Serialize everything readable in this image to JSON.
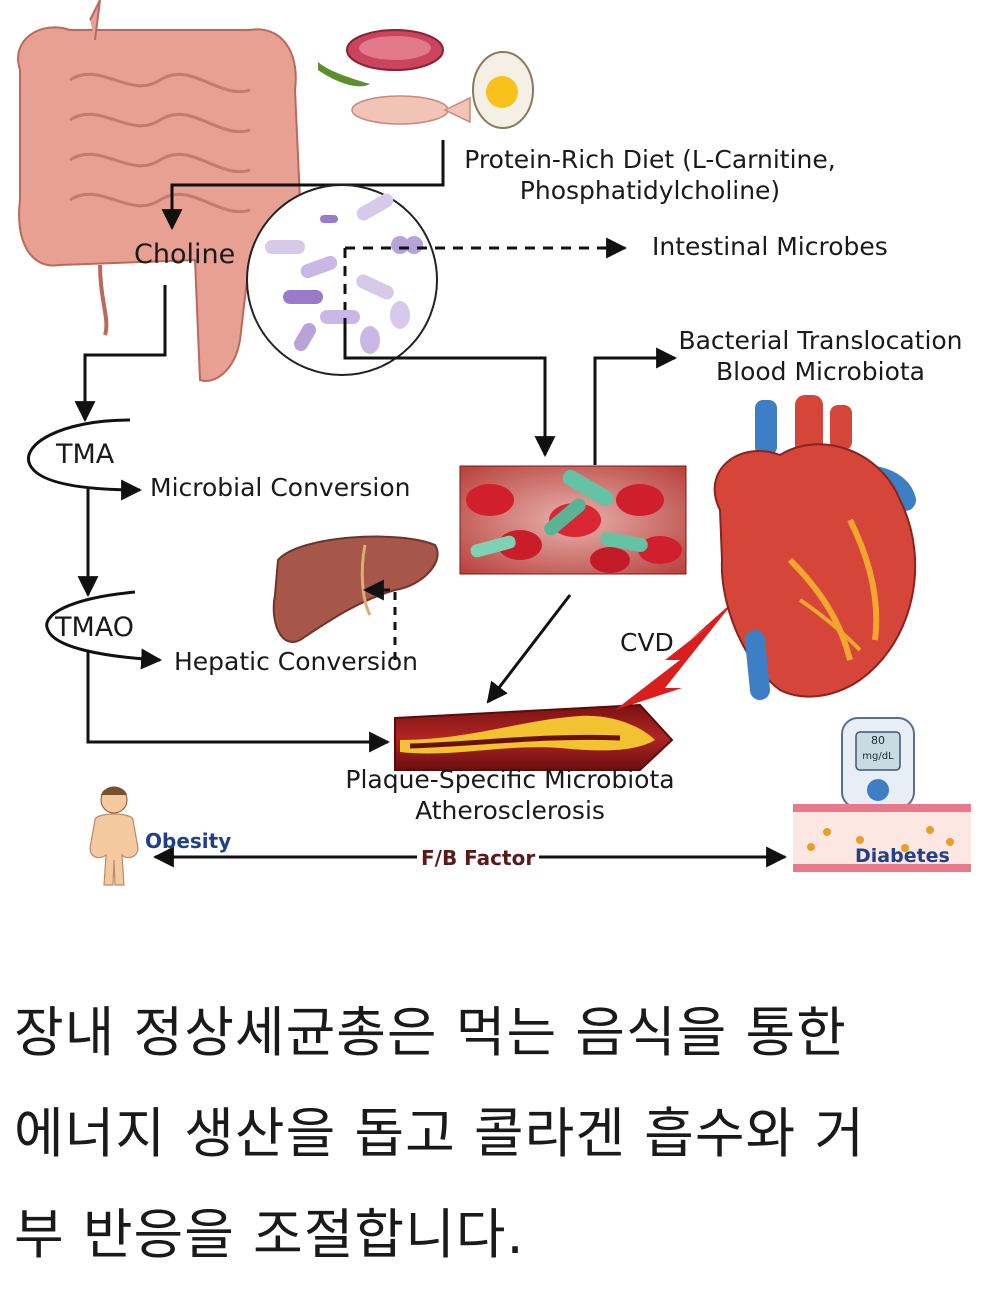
{
  "diagram": {
    "labels": {
      "protein_diet_line1": "Protein-Rich Diet (L-Carnitine,",
      "protein_diet_line2": "Phosphatidylcholine)",
      "choline": "Choline",
      "intestinal_microbes": "Intestinal Microbes",
      "bacterial_translocation_line1": "Bacterial Translocation",
      "bacterial_translocation_line2": "Blood Microbiota",
      "tma": "TMA",
      "microbial_conversion": "Microbial Conversion",
      "tmao": "TMAO",
      "hepatic_conversion": "Hepatic Conversion",
      "cvd": "CVD",
      "plaque_line1": "Plaque-Specific Microbiota",
      "plaque_line2": "Atherosclerosis",
      "obesity": "Obesity",
      "fb_factor": "F/B Factor",
      "diabetes": "Diabetes",
      "glucose_reading": "80",
      "glucose_unit": "mg/dL"
    },
    "colors": {
      "intestine": "#e8a093",
      "liver": "#a6574a",
      "heart_red": "#d6453a",
      "vessel_blue": "#3d7fc4",
      "blood_red": "#c92a2a",
      "microbe_purple": "#b8a3d9",
      "bacteria_teal": "#66c2a5",
      "lightning": "#d91e1e",
      "obesity_text": "#1f3f8f",
      "fb_text": "#5b1a1a",
      "diabetes_text": "#1f3f8f"
    }
  },
  "caption": {
    "line1": "장내 정상세균총은 먹는 음식을 통한",
    "line2": "에너지 생산을 돕고 콜라겐 흡수와 거",
    "line3": "부 반응을 조절합니다."
  }
}
